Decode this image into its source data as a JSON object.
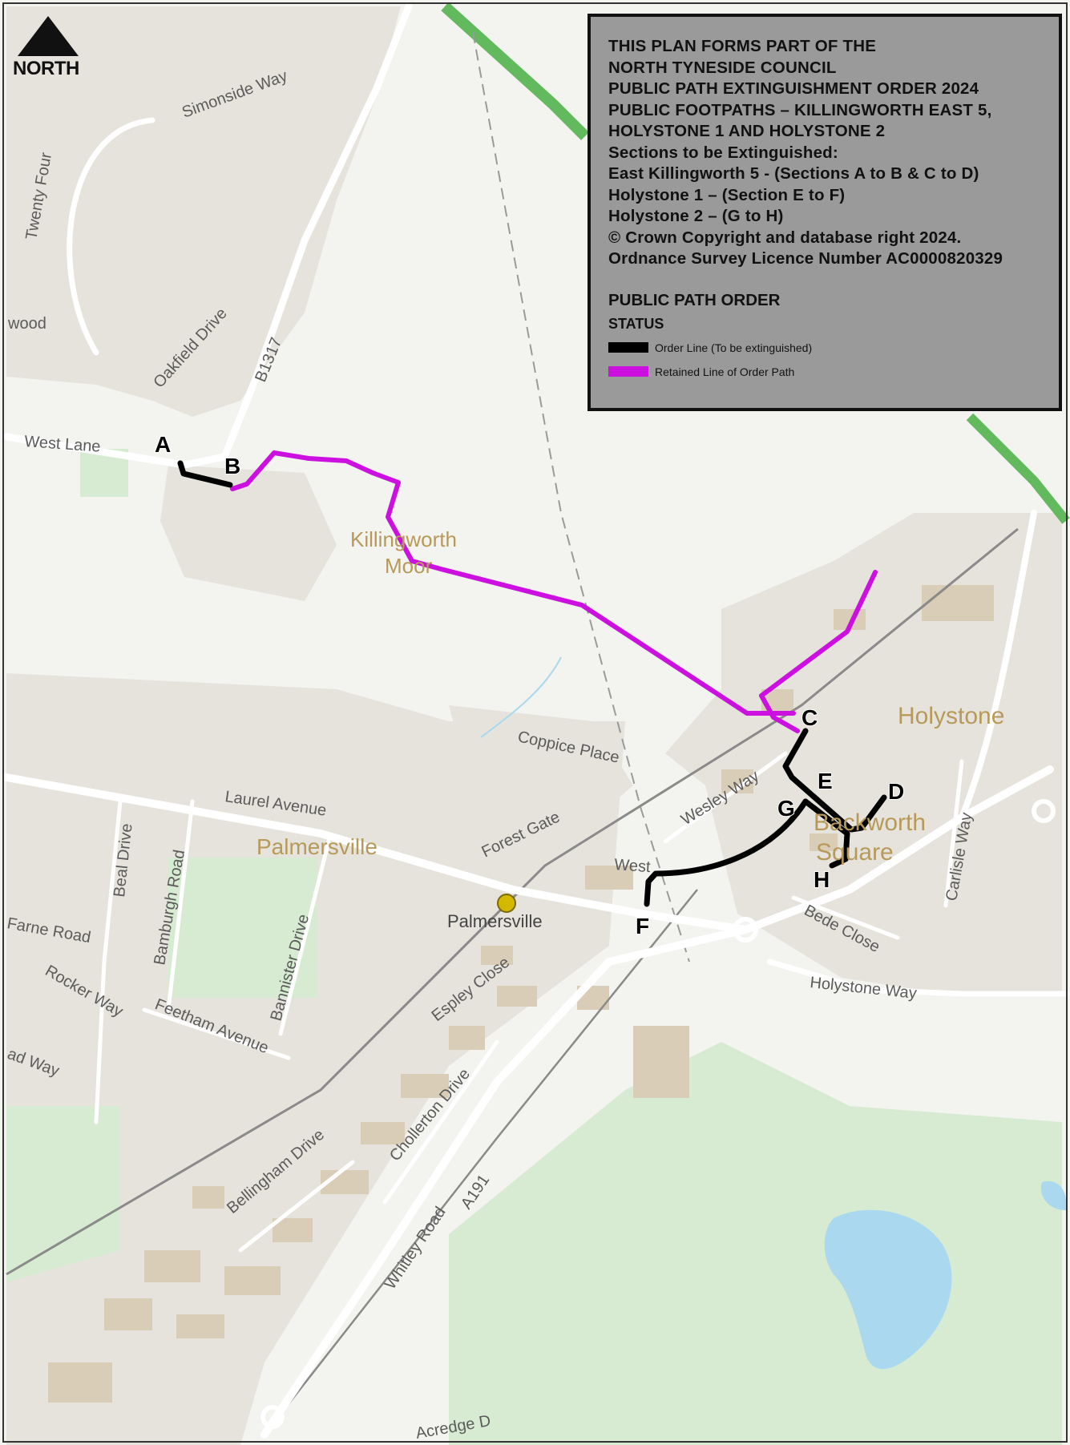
{
  "north": {
    "label": "NORTH"
  },
  "legend": {
    "lines": [
      "THIS PLAN FORMS PART OF THE",
      "NORTH TYNESIDE COUNCIL",
      "PUBLIC PATH EXTINGUISHMENT ORDER 2024",
      "PUBLIC FOOTPATHS – KILLINGWORTH EAST 5,",
      "HOLYSTONE 1 AND HOLYSTONE 2",
      "Sections to be Extinguished:",
      "East Killingworth 5 - (Sections A to B & C to D)",
      "Holystone 1 – (Section E to F)",
      "Holystone 2 – (G to H)",
      "© Crown Copyright and database right 2024.",
      "Ordnance Survey Licence Number AC0000820329"
    ],
    "order_title": "PUBLIC PATH ORDER",
    "status_label": "STATUS",
    "keys": [
      {
        "label": "Order Line (To be extinguished)",
        "color": "#000000"
      },
      {
        "label": "Retained Line of Order Path",
        "color": "#cc10e0"
      }
    ]
  },
  "points": [
    {
      "label": "A"
    },
    {
      "label": "B"
    },
    {
      "label": "C"
    },
    {
      "label": "D"
    },
    {
      "label": "E"
    },
    {
      "label": "F"
    },
    {
      "label": "G"
    },
    {
      "label": "H"
    }
  ],
  "places": [
    {
      "label": "Killingworth"
    },
    {
      "label": "Moor"
    },
    {
      "label": "Holystone"
    },
    {
      "label": "Palmersville"
    },
    {
      "label": "Backworth"
    },
    {
      "label": "Square"
    }
  ],
  "streets": [
    {
      "label": "West Lane"
    },
    {
      "label": "Simonside Way"
    },
    {
      "label": "Oakfield Drive"
    },
    {
      "label": "B1317"
    },
    {
      "label": "Twenty Four"
    },
    {
      "label": "wood"
    },
    {
      "label": "Coppice Place"
    },
    {
      "label": "Laurel Avenue"
    },
    {
      "label": "Forest Gate"
    },
    {
      "label": "Wesley Way"
    },
    {
      "label": "Beal Drive"
    },
    {
      "label": "Bamburgh Road"
    },
    {
      "label": "Farne Road"
    },
    {
      "label": "Rocker Way"
    },
    {
      "label": "Feetham Avenue"
    },
    {
      "label": "Bannister Drive"
    },
    {
      "label": "Espley Close"
    },
    {
      "label": "Chollerton Drive"
    },
    {
      "label": "Bellingham Drive"
    },
    {
      "label": "Whitley Road"
    },
    {
      "label": "A191"
    },
    {
      "label": "Bede Close"
    },
    {
      "label": "Holystone Way"
    },
    {
      "label": "Carlisle Way"
    },
    {
      "label": "ad Way"
    },
    {
      "label": "West"
    },
    {
      "label": "Acredge D"
    }
  ],
  "stations": [
    {
      "label": "Palmersville"
    }
  ],
  "colors": {
    "background": "#f3f3ef",
    "built": "#e5e2da",
    "building": "#d9cdb6",
    "green": "#d5ead0",
    "water": "#a8d7ee",
    "railway_green": "#63b95e",
    "road": "#ffffff",
    "extinguished": "#000000",
    "retained": "#cc10e0",
    "station": "#d4b800",
    "place_text": "#b79a5a",
    "street_text": "#5b5b5b"
  }
}
